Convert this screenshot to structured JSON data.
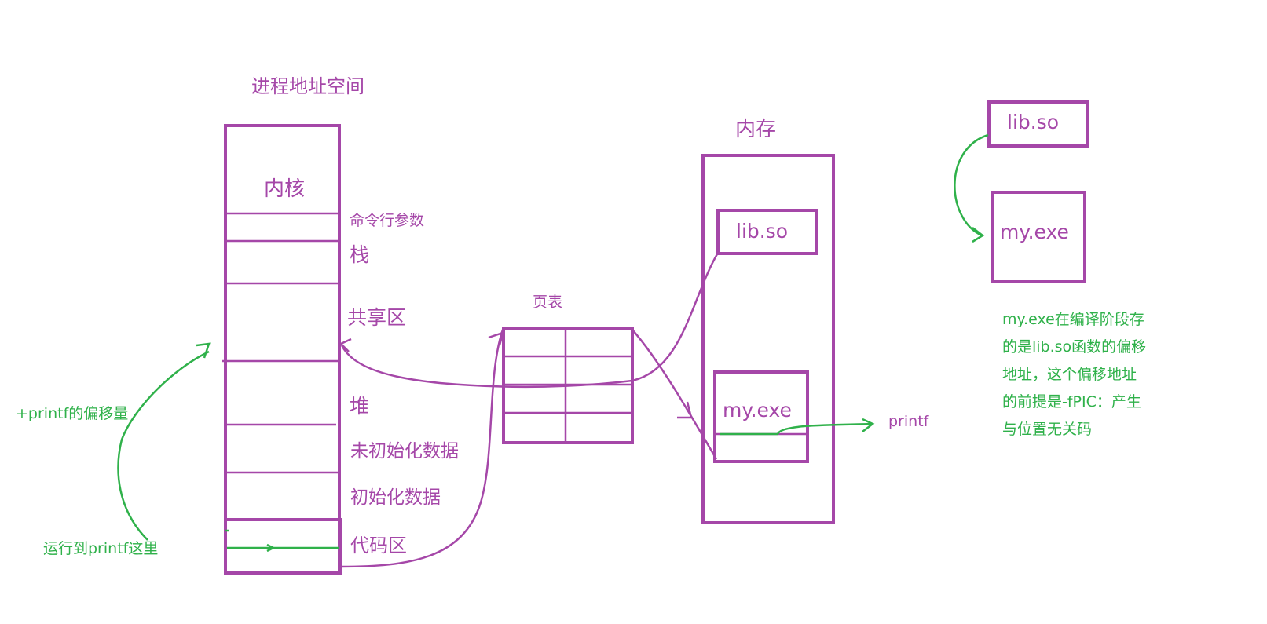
{
  "colors": {
    "purple": "#a547a8",
    "green": "#2fb14a"
  },
  "address_space": {
    "title": "进程地址空间",
    "segments": {
      "kernel": "内核",
      "cmdline": "命令行参数",
      "stack": "栈",
      "shared": "共享区",
      "heap": "堆",
      "bss": "未初始化数据",
      "data": "初始化数据",
      "code": "代码区"
    }
  },
  "page_table": {
    "title": "页表"
  },
  "memory": {
    "title": "内存",
    "lib": "lib.so",
    "exe": "my.exe",
    "printf": "printf"
  },
  "right_boxes": {
    "lib": "lib.so",
    "exe": "my.exe"
  },
  "annotations": {
    "offset": "+printf的偏移量",
    "run_to": "运行到printf这里",
    "note_lines": [
      "my.exe在编译阶段存",
      "的是lib.so函数的偏移",
      "地址，这个偏移地址",
      "的前提是-fPIC：产生",
      "与位置无关码"
    ]
  }
}
